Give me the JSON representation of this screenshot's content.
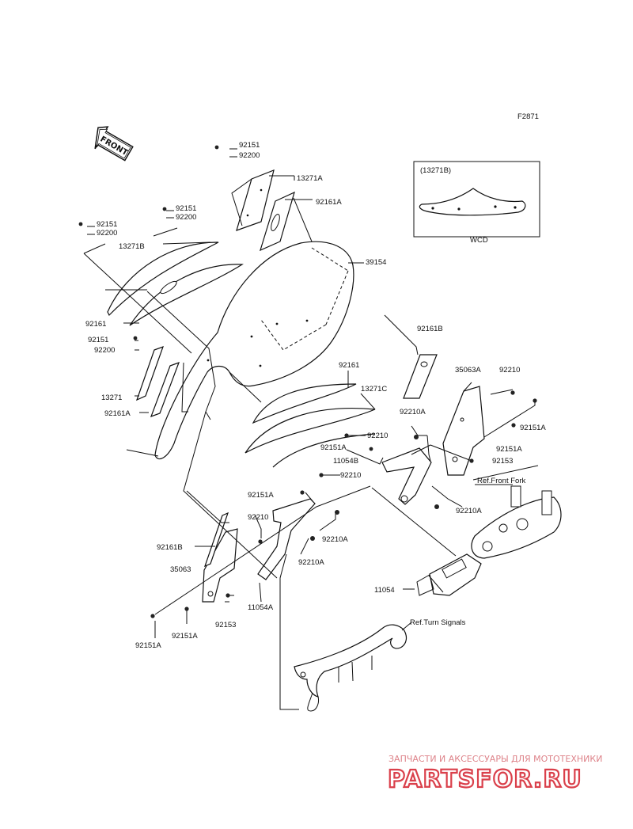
{
  "figure_code": "F2871",
  "front_arrow": "FRONT",
  "labels": {
    "l92151_a": "92151",
    "l92200_a": "92200",
    "l13271A": "13271A",
    "l92161A_a": "92161A",
    "l92151_b": "92151",
    "l92200_b": "92200",
    "l92151_c": "92151",
    "l92200_c": "92200",
    "l13271B": "13271B",
    "l39154": "39154",
    "l92161_a": "92161",
    "l92151_d": "92151",
    "l92200_d": "92200",
    "l13271": "13271",
    "l92161A_b": "92161A",
    "l92161_b": "92161",
    "l13271C": "13271C",
    "l92210_a": "92210",
    "l92151A_a": "92151A",
    "l92210_b": "92210",
    "l92161B_a": "92161B",
    "l35063A": "35063A",
    "l92210_c": "92210",
    "l92210A_a": "92210A",
    "l92151A_b": "92151A",
    "l92151A_c": "92151A",
    "l11054B": "11054B",
    "l92153_a": "92153",
    "l92210A_b": "92210A",
    "l92151A_d": "92151A",
    "l92210_d": "92210",
    "l92210A_c": "92210A",
    "l92210A_d": "92210A",
    "l92161B_b": "92161B",
    "l35063": "35063",
    "l11054A": "11054A",
    "l92153_b": "92153",
    "l92151A_e": "92151A",
    "l92151A_f": "92151A",
    "l11054": "11054",
    "ref_front_fork": "Ref.Front Fork",
    "ref_turn_signals": "Ref.Turn Signals"
  },
  "inset": {
    "title": "(13271B)",
    "caption": "WCD"
  },
  "watermark": {
    "tagline": "ЗАПЧАСТИ И АКСЕССУАРЫ ДЛЯ МОТОТЕХНИКИ",
    "brand": "PARTSFOR.RU"
  }
}
